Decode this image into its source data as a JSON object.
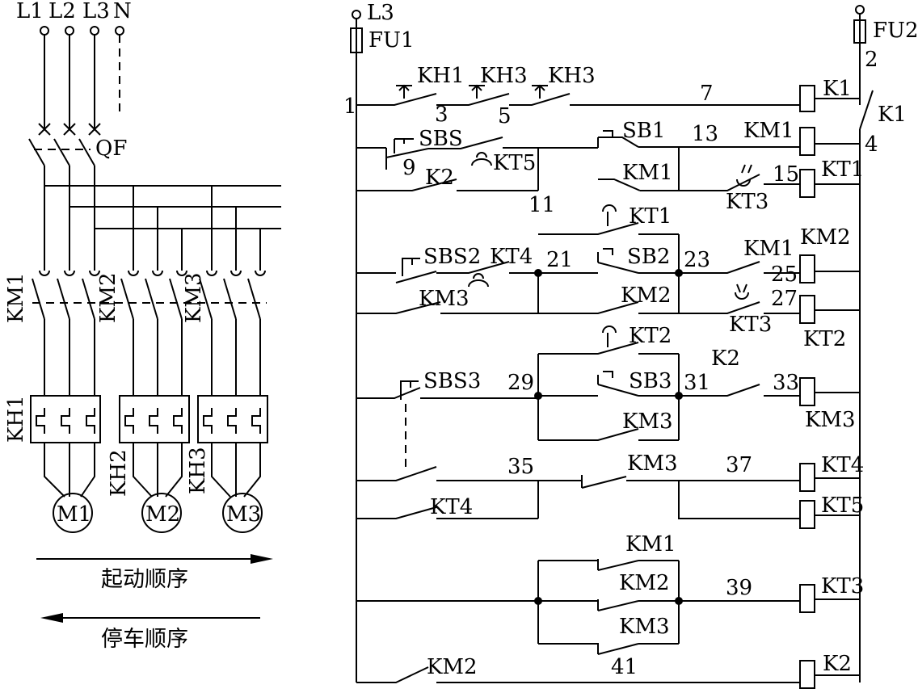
{
  "main_circuit": {
    "phase_labels": [
      "L1",
      "L2",
      "L3",
      "N"
    ],
    "breaker": "QF",
    "contactors": [
      "KM1",
      "KM2",
      "KM3"
    ],
    "overloads": [
      "KH1",
      "KH2",
      "KH3"
    ],
    "motors": [
      "M1",
      "M2",
      "M3"
    ],
    "start_order": "起动顺序",
    "stop_order": "停车顺序"
  },
  "control_circuit": {
    "supply": "L3",
    "fuse1": "FU1",
    "fuse2": "FU2",
    "components": {
      "KH1": "KH1",
      "KH3": "KH3",
      "SBS": "SBS",
      "K2": "K2",
      "KT5": "KT5",
      "SB1": "SB1",
      "KM1": "KM1",
      "KT3": "KT3",
      "KT1": "KT1",
      "K1": "K1",
      "SBS2": "SBS2",
      "KT4": "KT4",
      "KM3": "KM3",
      "SB2": "SB2",
      "KM2": "KM2",
      "KT2": "KT2",
      "SBS3": "SBS3",
      "SB3": "SB3"
    },
    "nodes": {
      "n1": "1",
      "n2": "2",
      "n3": "3",
      "n4": "4",
      "n5": "5",
      "n7": "7",
      "n9": "9",
      "n11": "11",
      "n13": "13",
      "n15": "15",
      "n21": "21",
      "n23": "23",
      "n25": "25",
      "n27": "27",
      "n29": "29",
      "n31": "31",
      "n33": "33",
      "n35": "35",
      "n37": "37",
      "n39": "39",
      "n41": "41"
    }
  }
}
